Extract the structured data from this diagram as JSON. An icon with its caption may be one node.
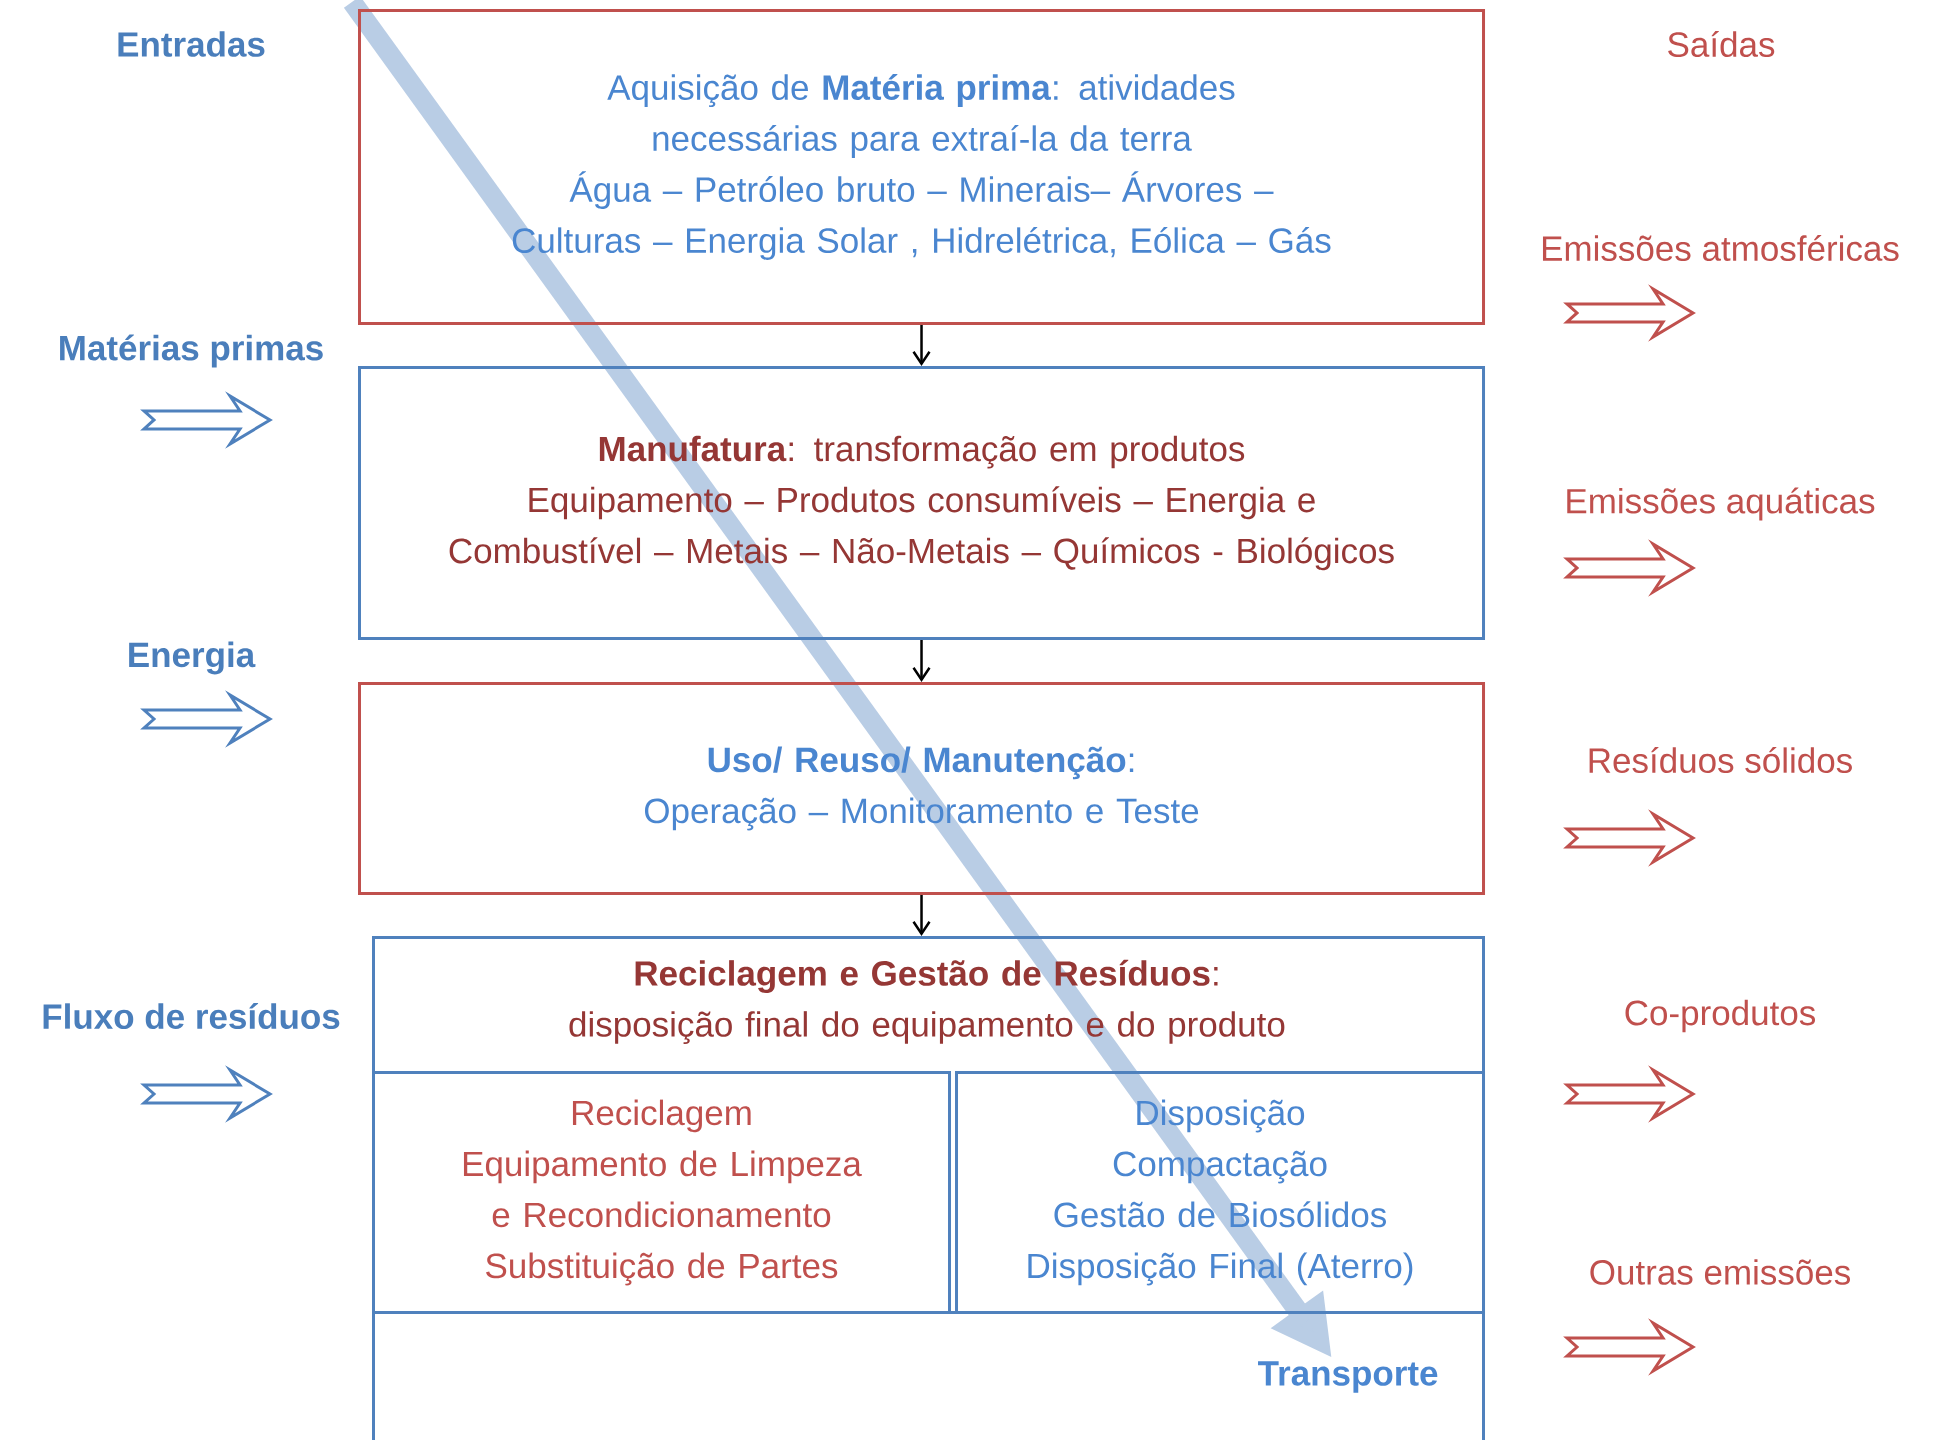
{
  "diagram": {
    "nodes": [
      {
        "text": [
          "Aquisição de **Matéria prima**: atividades necessárias para extraí-la da terra",
          "Água – Petróleo bruto – Minerais– Árvores – Culturas – Energia Solar , Hidrelétrica, Eólica – Gás"
        ]
      },
      {
        "text": [
          "**Manufatura**: transformação em produtos",
          "Equipamento – Produtos consumíveis – Energia e Combustível – Metais – Não-Metais – Químicos - Biológicos"
        ]
      },
      {
        "text": [
          "**Uso/ Reuso/ Manutenção**:",
          "Operação – Monitoramento e Teste"
        ]
      },
      {
        "text": [
          "**Reciclagem e Gestão de Resíduos**: disposição final do equipamento e do produto"
        ]
      },
      {
        "text": [
          "Reciclagem",
          "Equipamento de Limpeza e Recondicionamento",
          "Substituição de Partes"
        ],
        "in": 3
      },
      {
        "text": [
          "Disposição",
          "Compactação",
          "Gestão de Biosólidos",
          "Disposição Final (Aterro)"
        ],
        "in": 3
      },
      {
        "text": [
          "Transporte"
        ],
        "in": 3
      }
    ],
    "edges": [
      {
        "from": 0,
        "to": 1,
        "arrow": "to"
      },
      {
        "from": 1,
        "to": 2,
        "arrow": "to"
      },
      {
        "from": 2,
        "to": 3,
        "arrow": "to"
      }
    ],
    "labels": [
      "Entradas",
      "Saídas",
      "Emissões atmosféricas",
      "Matérias primas",
      "Emissões aquáticas",
      "Energia",
      "Resíduos sólidos",
      "Fluxo de resíduos",
      "Co-produtos",
      "Outras emissões"
    ]
  }
}
